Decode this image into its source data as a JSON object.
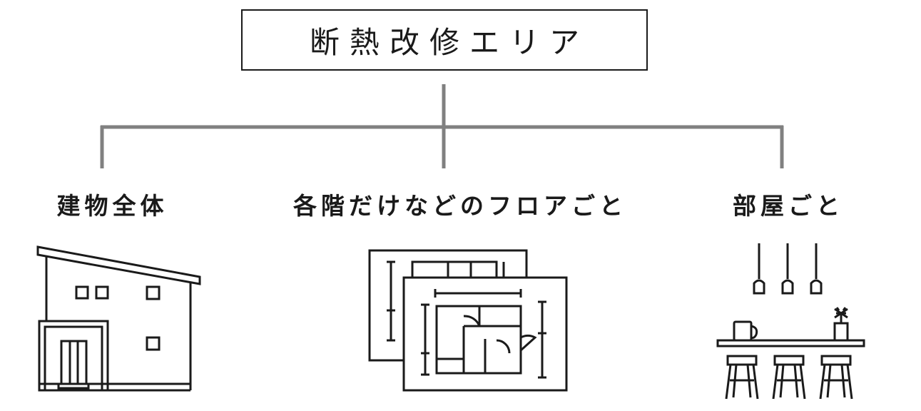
{
  "root": {
    "title": "断熱改修エリア"
  },
  "branches": [
    {
      "label": "建物全体",
      "icon": "house-icon"
    },
    {
      "label": "各階だけなどのフロアごと",
      "icon": "floor-plan-icon"
    },
    {
      "label": "部屋ごと",
      "icon": "room-counter-icon"
    }
  ],
  "colors": {
    "connector": "#808080",
    "stroke": "#1a1a1a"
  }
}
